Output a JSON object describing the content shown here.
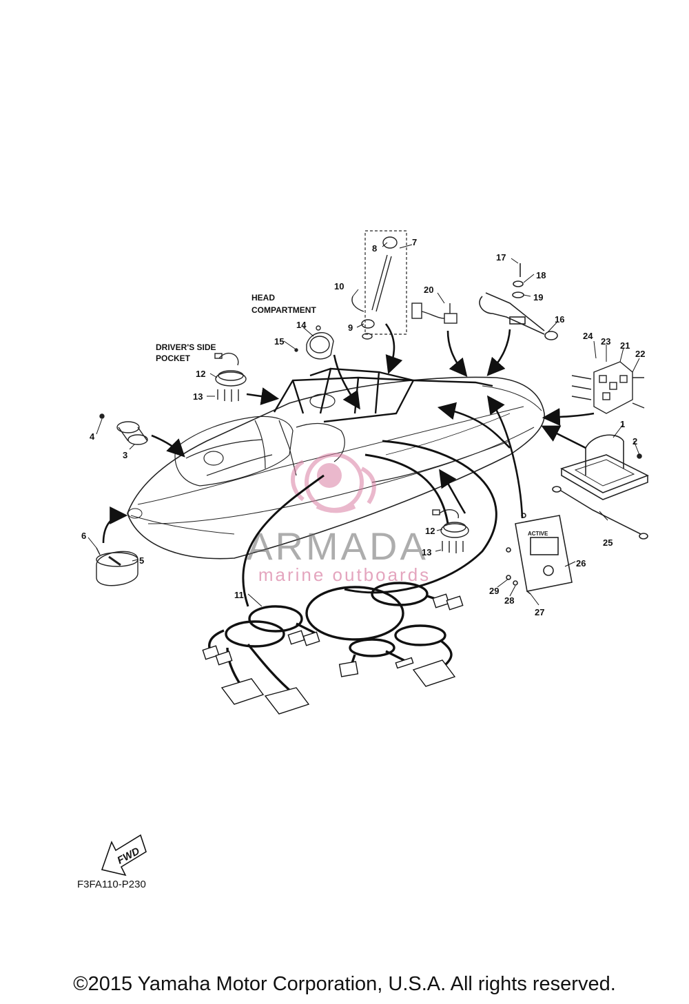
{
  "diagram": {
    "part_labels": [
      "1",
      "2",
      "3",
      "4",
      "5",
      "6",
      "7",
      "8",
      "9",
      "10",
      "11",
      "12",
      "12",
      "13",
      "13",
      "14",
      "15",
      "16",
      "17",
      "18",
      "19",
      "20",
      "21",
      "22",
      "23",
      "24",
      "25",
      "26",
      "27",
      "28",
      "29"
    ],
    "captions": {
      "head_line1": "HEAD",
      "head_line2": "COMPARTMENT",
      "driver_line1": "DRIVER'S SIDE",
      "driver_line2": "POCKET"
    },
    "fwd_label": "FWD",
    "diagram_code": "F3FA110-P230",
    "module_text": "ACTIVE"
  },
  "watermark": {
    "brand": "ARMADA",
    "tagline": "marine outboards",
    "color_pink": "#d97fa3",
    "color_gray": "#6b6b6b"
  },
  "footer": {
    "copyright": "©2015 Yamaha Motor Corporation, U.S.A. All rights reserved."
  }
}
